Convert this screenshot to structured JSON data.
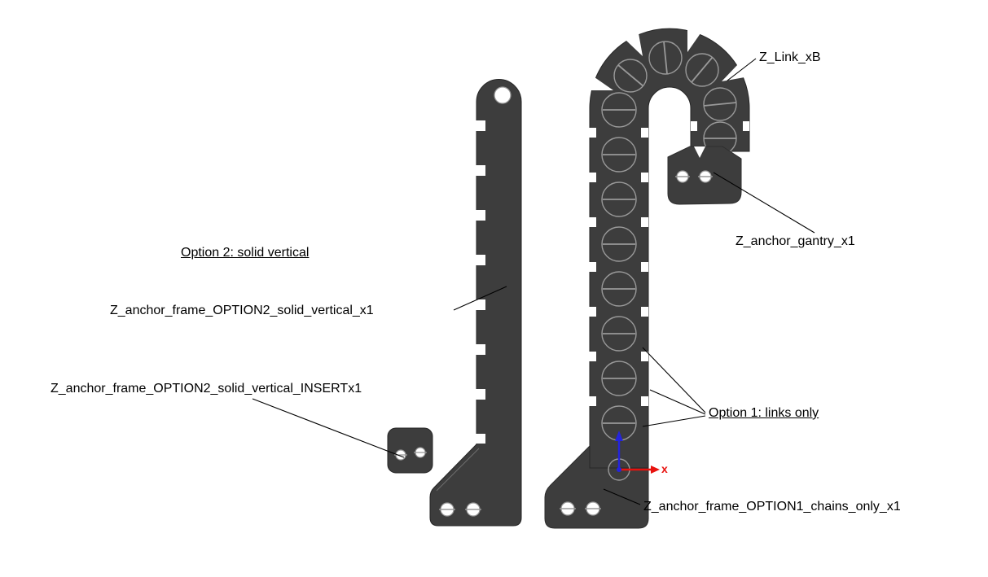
{
  "scene": {
    "background": "#ffffff",
    "part_fill": "#3d3d3d",
    "silhouette_edge": "#262626",
    "feature_edge": "#999999",
    "leader_color": "#000000",
    "text_color": "#000000"
  },
  "axes": {
    "x_label": "x",
    "x_color": "#e8120e",
    "z_color": "#2424dd"
  },
  "labels": {
    "z_link": "Z_Link_xB",
    "z_anchor_gantry": "Z_anchor_gantry_x1",
    "option2_heading": "Option 2: solid vertical",
    "option2_frame": "Z_anchor_frame_OPTION2_solid_vertical_x1",
    "option2_insert": "Z_anchor_frame_OPTION2_solid_vertical_INSERTx1",
    "option1_heading": "Option 1: links only",
    "option1_frame": "Z_anchor_frame_OPTION1_chains_only_x1"
  }
}
